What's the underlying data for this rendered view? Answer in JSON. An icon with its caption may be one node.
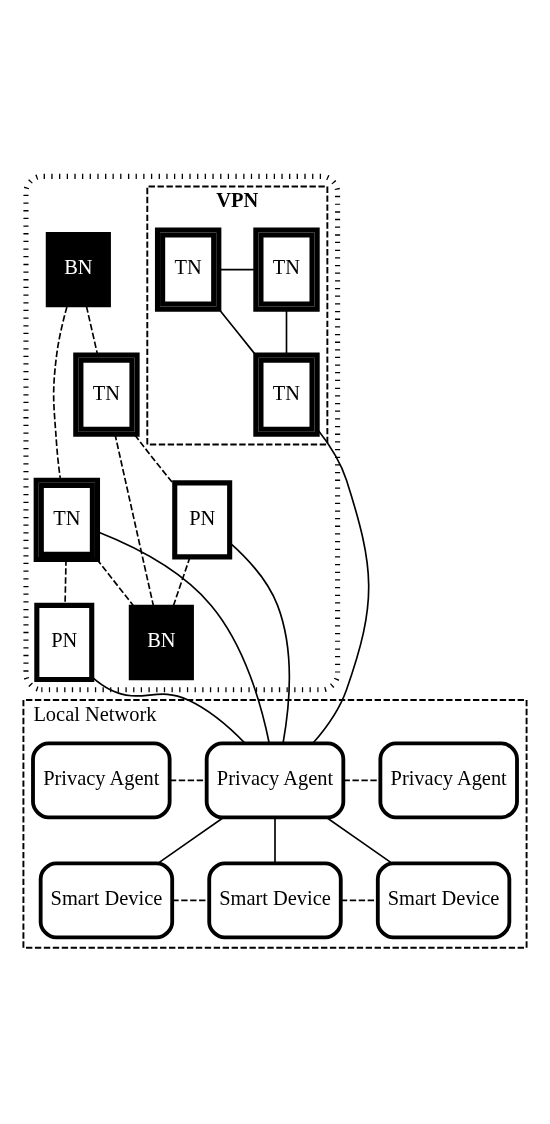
{
  "diagram": {
    "nodes": [
      {
        "text": [],
        "shape": "cloud"
      },
      {
        "text": [
          "VPN"
        ],
        "in": 0
      },
      {
        "text": [
          "TN"
        ],
        "in": 1
      },
      {
        "text": [
          "TN"
        ],
        "in": 1
      },
      {
        "text": [
          "TN"
        ],
        "in": 1
      },
      {
        "text": [
          "BN"
        ],
        "in": 0
      },
      {
        "text": [
          "TN"
        ],
        "in": 0
      },
      {
        "text": [
          "TN"
        ],
        "in": 0
      },
      {
        "text": [
          "PN"
        ],
        "in": 0
      },
      {
        "text": [
          "PN"
        ],
        "in": 0
      },
      {
        "text": [
          "BN"
        ],
        "in": 0
      },
      {
        "text": [
          "Local Network"
        ]
      },
      {
        "text": [
          "Privacy Agent"
        ],
        "in": 11
      },
      {
        "text": [
          "Privacy Agent"
        ],
        "in": 11
      },
      {
        "text": [
          "Privacy Agent"
        ],
        "in": 11
      },
      {
        "text": [
          "Smart Device"
        ],
        "in": 11
      },
      {
        "text": [
          "Smart Device"
        ],
        "in": 11
      },
      {
        "text": [
          "Smart Device"
        ],
        "in": 11
      }
    ],
    "edges": [
      {
        "from": 2,
        "to": 3,
        "arrow": "none"
      },
      {
        "from": 2,
        "to": 4,
        "arrow": "none"
      },
      {
        "from": 3,
        "to": 4,
        "arrow": "none"
      },
      {
        "from": 5,
        "to": 7,
        "arrow": "none",
        "style": "dashed"
      },
      {
        "from": 5,
        "to": 6,
        "arrow": "none",
        "style": "dashed"
      },
      {
        "from": 6,
        "to": 10,
        "arrow": "none",
        "style": "dashed"
      },
      {
        "from": 6,
        "to": 8,
        "arrow": "none",
        "style": "dashed"
      },
      {
        "from": 7,
        "to": 9,
        "arrow": "none",
        "style": "dashed"
      },
      {
        "from": 7,
        "to": 10,
        "arrow": "none",
        "style": "dashed"
      },
      {
        "from": 8,
        "to": 10,
        "arrow": "none",
        "style": "dashed"
      },
      {
        "from": 4,
        "to": 13,
        "arrow": "none"
      },
      {
        "from": 7,
        "to": 13,
        "arrow": "none"
      },
      {
        "from": 9,
        "to": 13,
        "arrow": "none"
      },
      {
        "from": 8,
        "to": 13,
        "arrow": "none"
      },
      {
        "from": 12,
        "to": 13,
        "arrow": "none",
        "style": "dashed"
      },
      {
        "from": 13,
        "to": 14,
        "arrow": "none",
        "style": "dashed"
      },
      {
        "from": 13,
        "to": 15,
        "arrow": "none"
      },
      {
        "from": 13,
        "to": 16,
        "arrow": "none"
      },
      {
        "from": 13,
        "to": 17,
        "arrow": "none"
      },
      {
        "from": 15,
        "to": 16,
        "arrow": "none",
        "style": "dashed"
      },
      {
        "from": 16,
        "to": 17,
        "arrow": "none",
        "style": "dashed"
      }
    ]
  }
}
